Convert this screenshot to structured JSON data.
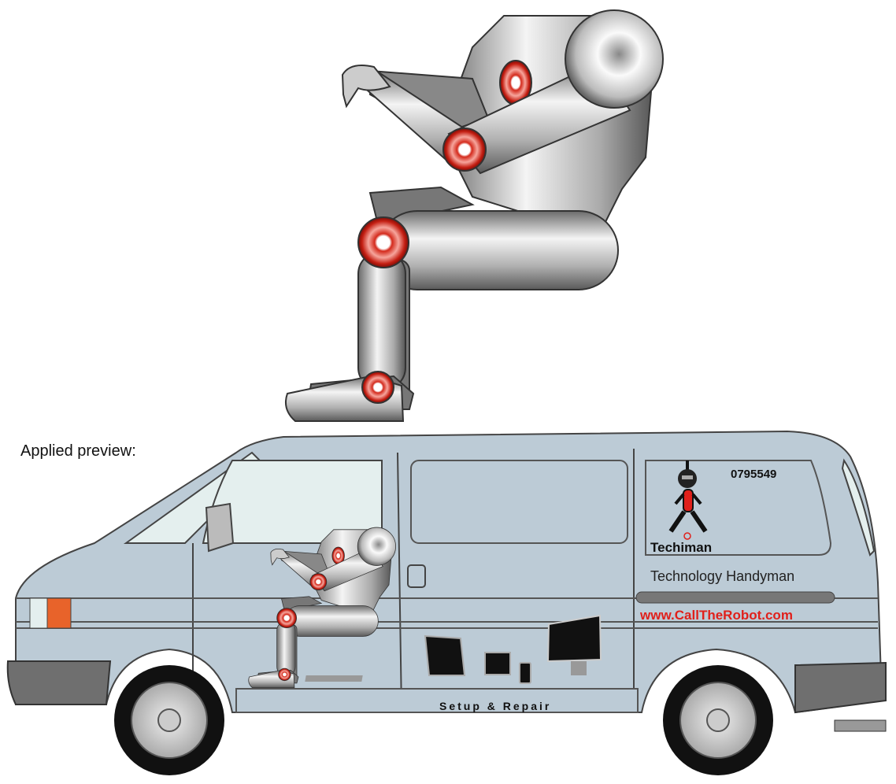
{
  "caption": "Applied preview:",
  "van": {
    "phone": "0795549",
    "brand": "Techiman",
    "tagline": "Technology Handyman",
    "url": "www.CallTheRobot.com",
    "service": "Setup & Repair",
    "body_color": "#bccbd6",
    "accent_color": "#e0201b"
  },
  "robot": {
    "metal_color": "#9a9a9a",
    "joint_color": "#d42a1c"
  }
}
